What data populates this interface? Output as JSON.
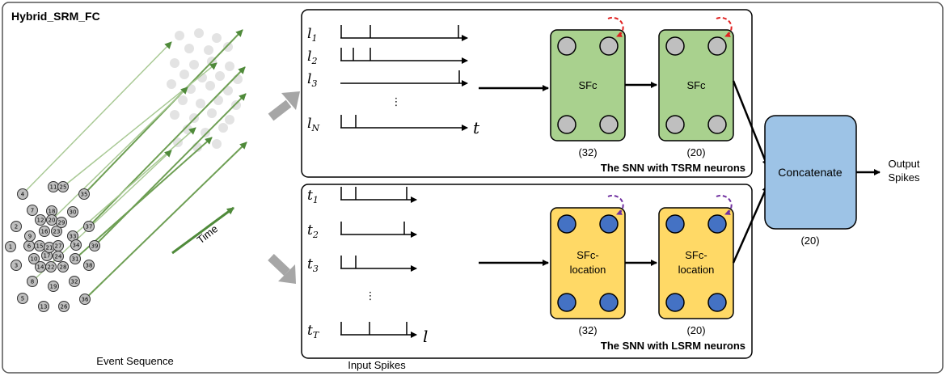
{
  "title": "Hybrid_SRM_FC",
  "event_sequence": {
    "caption": "Event Sequence",
    "time_label": "Time",
    "nodes": [
      "1",
      "2",
      "3",
      "4",
      "5",
      "6",
      "7",
      "8",
      "9",
      "10",
      "11",
      "12",
      "13",
      "14",
      "15",
      "16",
      "17",
      "18",
      "19",
      "20",
      "21",
      "22",
      "23",
      "24",
      "25",
      "26",
      "27",
      "28",
      "29",
      "30",
      "31",
      "32",
      "33",
      "34",
      "35",
      "36",
      "37",
      "38",
      "39"
    ]
  },
  "input_spikes_caption": "Input Spikes",
  "top_panel": {
    "rows": [
      {
        "sym": "l",
        "sub": "1"
      },
      {
        "sym": "l",
        "sub": "2"
      },
      {
        "sym": "l",
        "sub": "3"
      },
      {
        "sym": "l",
        "sub": "N"
      }
    ],
    "ellipsis": "⋮",
    "axis_symbol": "t",
    "layer_labels": [
      "SFc",
      "SFc"
    ],
    "sizes": [
      "(32)",
      "(20)"
    ],
    "caption": "The SNN with TSRM neurons",
    "fill": "#a9d18e",
    "neuron_color": "#bfbfbf",
    "recurrent_color": "#e02020"
  },
  "bottom_panel": {
    "rows": [
      {
        "sym": "t",
        "sub": "1"
      },
      {
        "sym": "t",
        "sub": "2"
      },
      {
        "sym": "t",
        "sub": "3"
      },
      {
        "sym": "t",
        "sub": "T"
      }
    ],
    "ellipsis": "⋮",
    "axis_symbol": "l",
    "layer_labels": [
      [
        "SFc-",
        "location"
      ],
      [
        "SFc-",
        "location"
      ]
    ],
    "sizes": [
      "(32)",
      "(20)"
    ],
    "caption": "The SNN with LSRM neurons",
    "fill": "#ffd966",
    "neuron_color": "#4472c4",
    "recurrent_color": "#7030a0"
  },
  "concatenate": {
    "label": "Concatenate",
    "size": "(20)",
    "fill": "#9dc3e6"
  },
  "output": [
    "Output",
    "Spikes"
  ]
}
